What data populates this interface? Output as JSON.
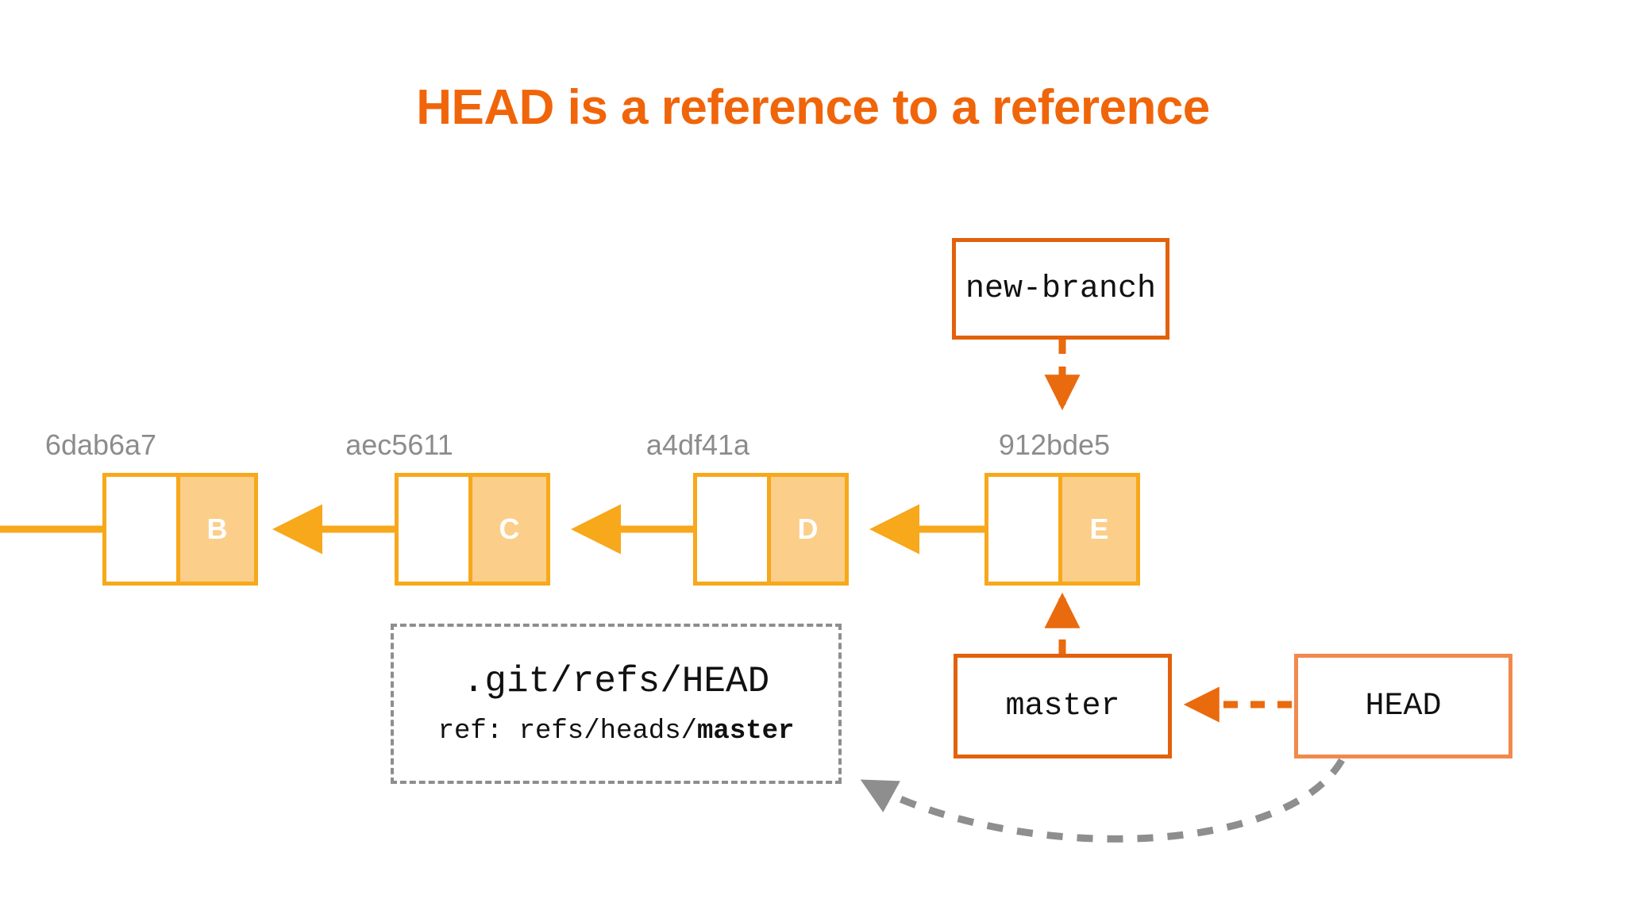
{
  "slide": {
    "title": "HEAD is a reference to a reference",
    "background_color": "#ffffff",
    "title_color": "#F0650A"
  },
  "palette": {
    "commit_border": "#F7A81B",
    "commit_fill": "#FBCE8A",
    "commit_letter": "#ffffff",
    "hash_text": "#8C8C8C",
    "ref_strong_border": "#E2610A",
    "ref_soft_border": "#F2894C",
    "dashed_gray": "#8E8E8E",
    "arrow_orange": "#F7A81B",
    "arrow_dashed_orange": "#EA6A0E"
  },
  "commits": [
    {
      "hash": "6dab6a7",
      "letter": "B"
    },
    {
      "hash": "aec5611",
      "letter": "C"
    },
    {
      "hash": "a4df41a",
      "letter": "D"
    },
    {
      "hash": "912bde5",
      "letter": "E"
    }
  ],
  "refs": {
    "new_branch": "new-branch",
    "master": "master",
    "head": "HEAD"
  },
  "refs_file": {
    "path": ".git/refs/HEAD",
    "line_prefix": "ref: refs/heads/",
    "line_value": "master"
  }
}
